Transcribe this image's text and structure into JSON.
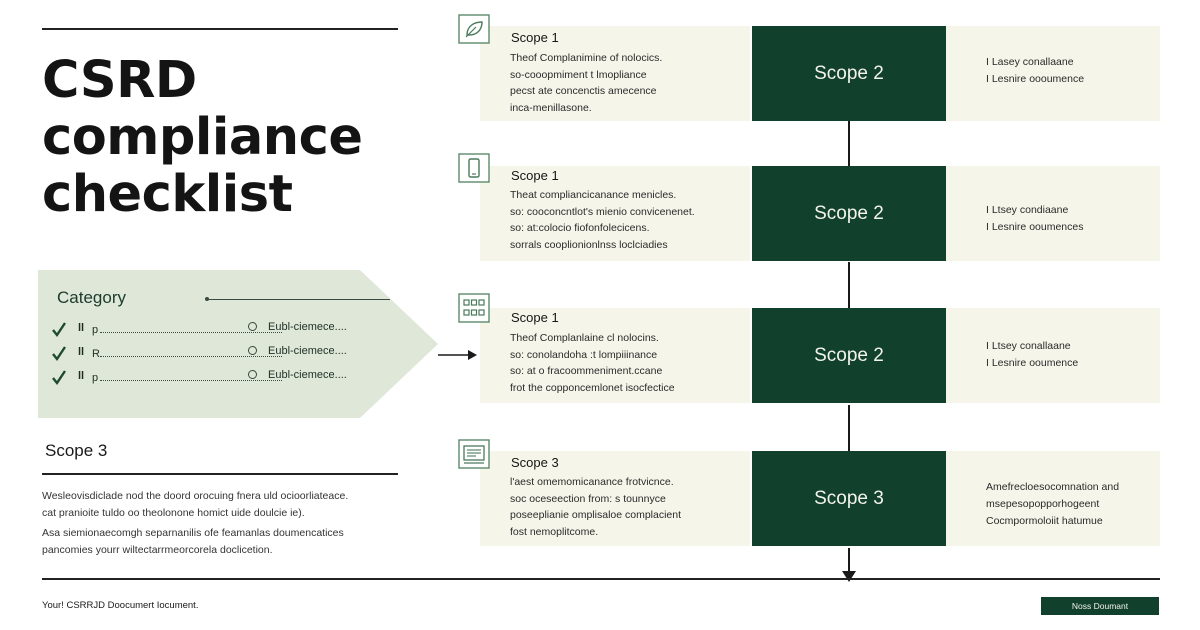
{
  "hero": {
    "title_lines": [
      "CSRD",
      "compliance",
      "checklist"
    ]
  },
  "category": {
    "heading": "Category",
    "items": [
      {
        "bar": "ll",
        "label": "p",
        "evidence": "Eubl-ciemece...."
      },
      {
        "bar": "ll",
        "label": "R",
        "evidence": "Eubl-ciemece...."
      },
      {
        "bar": "ll",
        "label": "p",
        "evidence": "Eubl-ciemece...."
      }
    ]
  },
  "scope3_section": {
    "title": "Scope 3",
    "paragraph1": [
      "Wesleovisdiclade nod the doord orocuing fnera uld ocioorliateace.",
      "cat pranioite tuldo oo theolonone homict uide doulcie ie)."
    ],
    "paragraph2": [
      "Asa siemionaecomgh separnanilis ofe feamanlas doumencatices",
      "pancomies yourr wiltectarrmeorcorela doclicetion."
    ]
  },
  "rows": [
    {
      "icon": "leaf-icon",
      "title": "Scope 1",
      "desc": [
        "Theof Complanimine of nolocics.",
        "so-cooopmiment t lmopliance",
        "pecst ate concenctis amecence",
        "inca-menillasone."
      ],
      "scope_label": "Scope 2",
      "notes": [
        "I Lasey conallaane",
        "I Lesnire oooumence"
      ]
    },
    {
      "icon": "mobile-icon",
      "title": "Scope 1",
      "desc": [
        "Theat compliancicanance menicles.",
        "so: cooconcntlot's mienio convicenenet.",
        "so: at:colocio fiofonfolecicens.",
        "sorrals cooplionionlnss loclciadies"
      ],
      "scope_label": "Scope 2",
      "notes": [
        "I Ltsey condiaane",
        "I Lesnire ooumences"
      ]
    },
    {
      "icon": "grid-icon",
      "title": "Scope 1",
      "desc": [
        "Theof Complanlaine cl nolocins.",
        "so: conolandoha :t lompiiinance",
        "so: at o fracoommeniment.ccane",
        "frot the copponcemlonet isocfectice"
      ],
      "scope_label": "Scope 2",
      "notes": [
        "I Ltsey conallaane",
        "I Lesnire ooumence"
      ]
    },
    {
      "icon": "document-icon",
      "title": "Scope 3",
      "desc": [
        "l'aest omemomicanance frotvicnce.",
        "soc oceseection from: s tounnyce",
        "poseeplianie omplisaloe complacient",
        "fost nemoplitcome."
      ],
      "scope_label": "Scope 3",
      "notes": [
        "Amefrecloesocomnation and",
        "msepesopopporhogeent",
        "Cocmpormoloiit hatumue"
      ]
    }
  ],
  "footer": {
    "text": "Your!   CSRRJD Doocumert   Iocument.",
    "button_label": "Noss Doumant"
  },
  "colors": {
    "accent": "#11402d",
    "panel": "#dfe8d8",
    "card": "#f6f5e9"
  }
}
